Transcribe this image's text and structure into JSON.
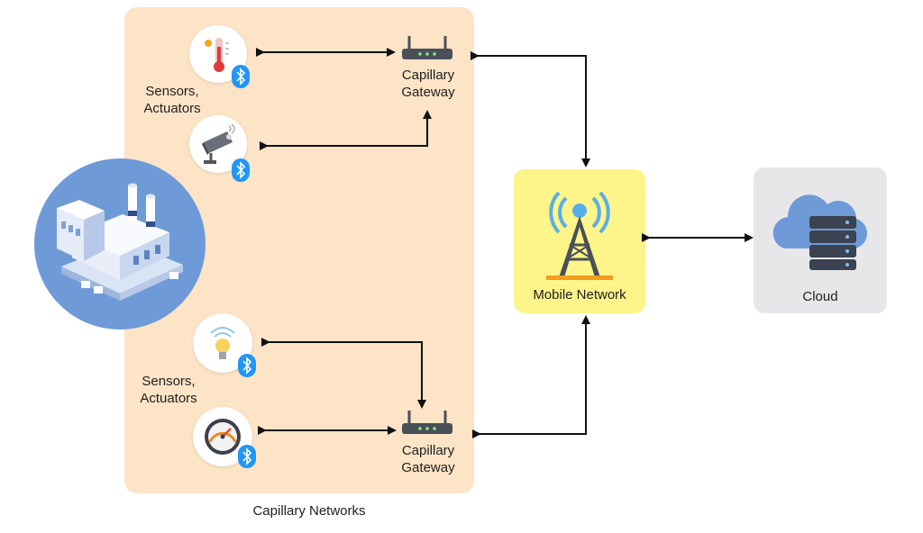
{
  "labels": {
    "sensors_top_line1": "Sensors,",
    "sensors_top_line2": "Actuators",
    "sensors_bottom_line1": "Sensors,",
    "sensors_bottom_line2": "Actuators",
    "gateway_top_line1": "Capillary",
    "gateway_top_line2": "Gateway",
    "gateway_bottom_line1": "Capillary",
    "gateway_bottom_line2": "Gateway",
    "mobile_network": "Mobile Network",
    "cloud": "Cloud",
    "capillary_networks": "Capillary Networks"
  },
  "colors": {
    "capillary_panel": "#fde4c6",
    "mobile_panel": "#fdf48a",
    "cloud_panel": "#e7e7ea",
    "factory_circle": "#6f9ad8",
    "arrow": "#111111"
  },
  "icons": [
    "factory-icon",
    "thermometer-icon",
    "camera-icon",
    "bulb-icon",
    "gauge-icon",
    "bluetooth-icon",
    "router-icon",
    "cell-tower-icon",
    "cloud-server-icon"
  ]
}
